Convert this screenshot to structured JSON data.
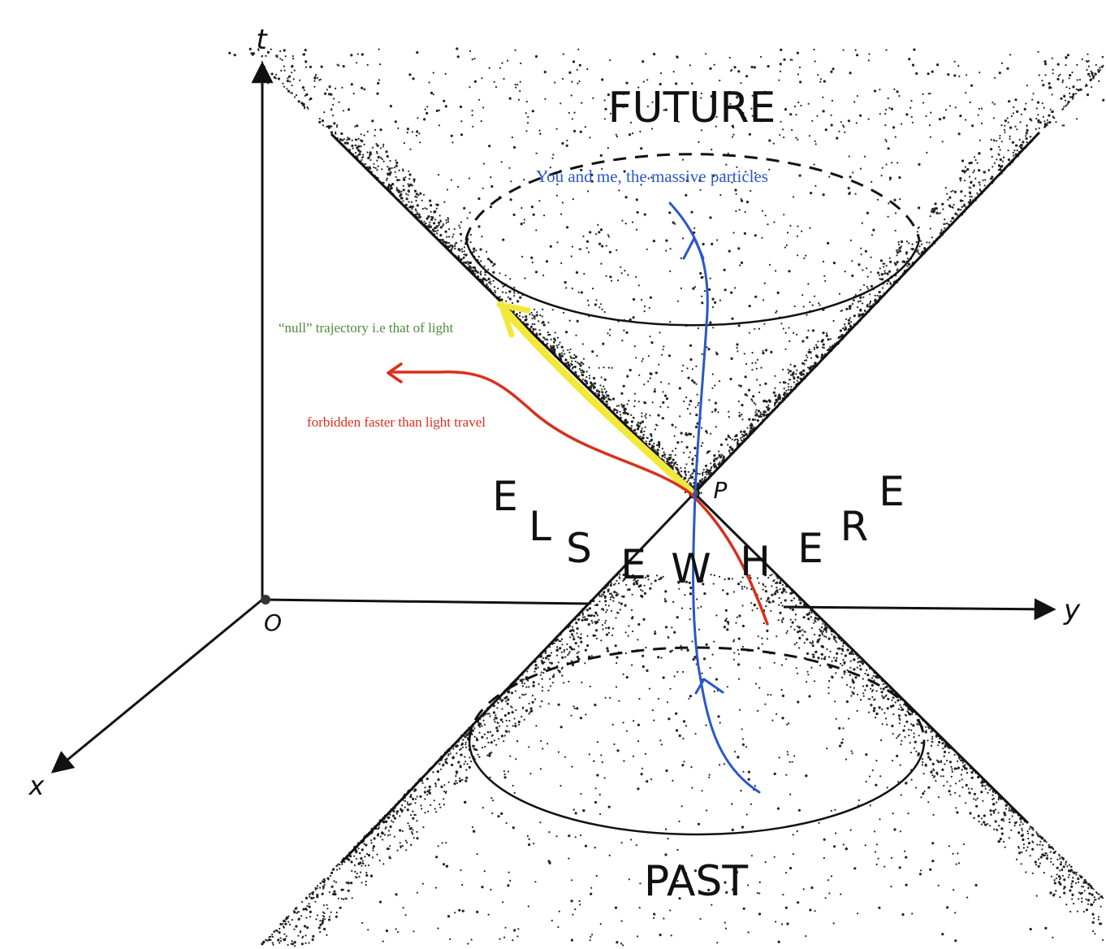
{
  "axes": {
    "t_label": "t",
    "x_label": "x",
    "y_label": "y",
    "origin_label": "O"
  },
  "regions": {
    "future": "FUTURE",
    "past": "PAST",
    "elsewhere_letters": [
      "E",
      "L",
      "S",
      "E",
      "W",
      "H",
      "E",
      "R",
      "E"
    ]
  },
  "event_label": "P",
  "annotations": {
    "massive": "You and me, the massive particles",
    "null": "“null” trajectory i.e that of light",
    "ftl": "forbidden faster than light travel"
  },
  "colors": {
    "massive": "#2a57c9",
    "null_label": "#4e8a3a",
    "null_path": "#f2e83a",
    "ftl": "#d8301d",
    "ink": "#111111"
  }
}
